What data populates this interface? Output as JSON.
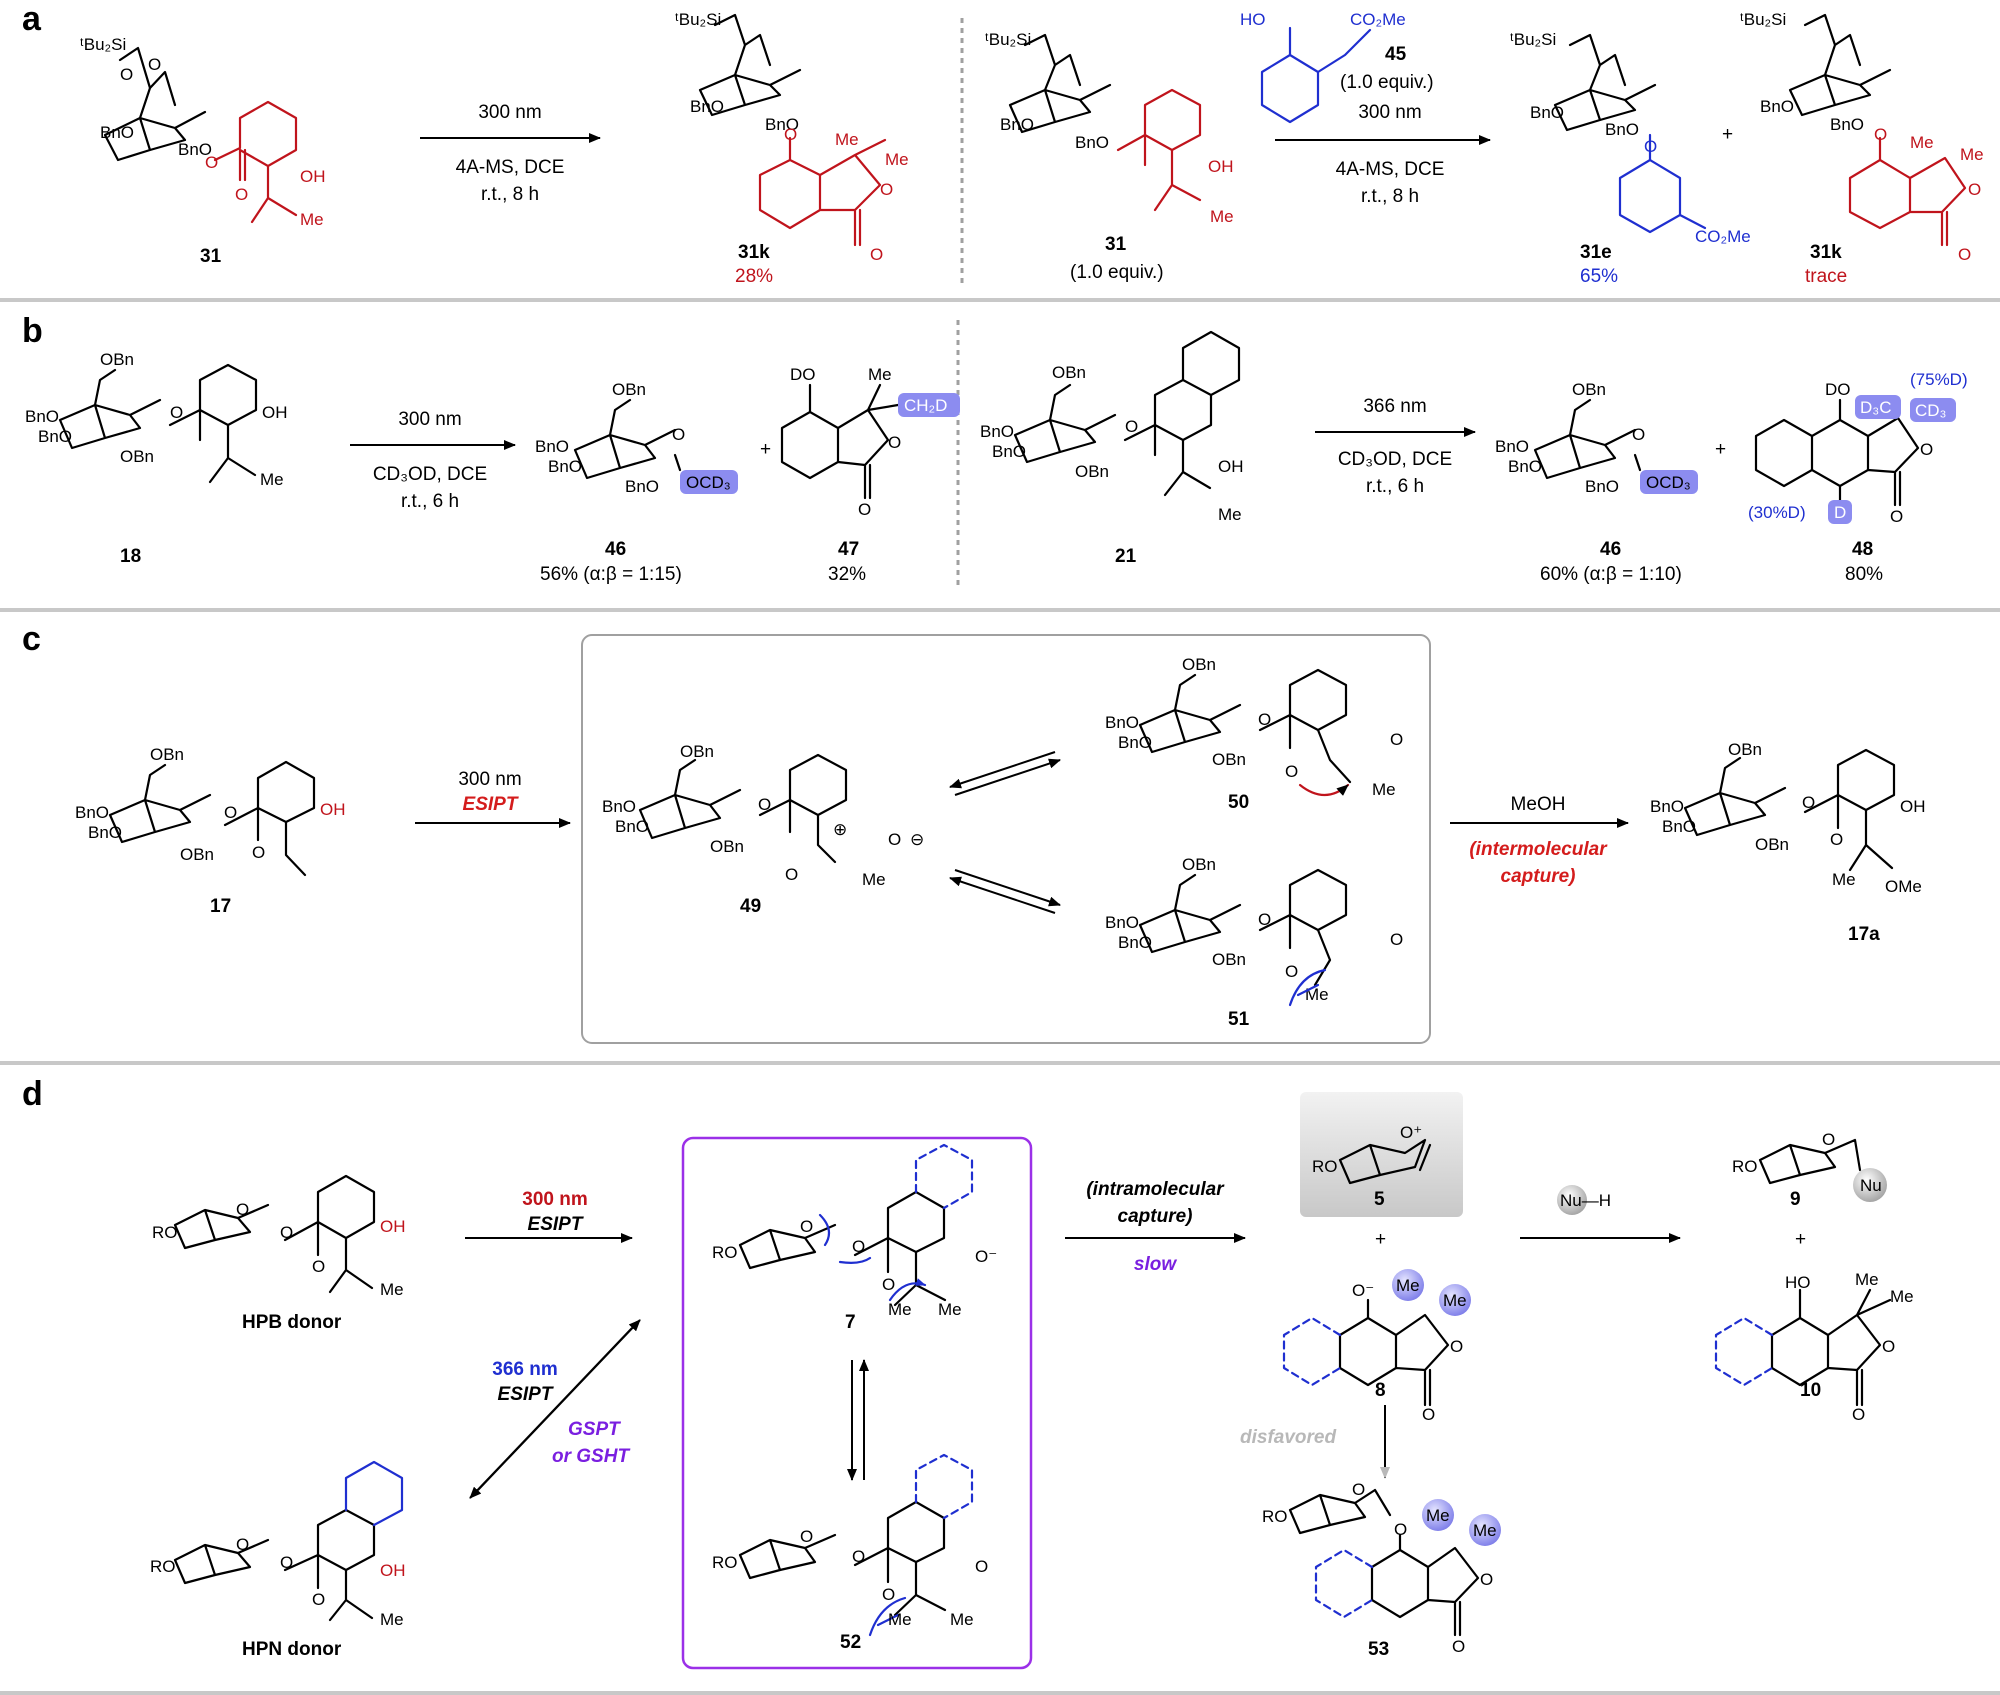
{
  "panels": {
    "a": "a",
    "b": "b",
    "c": "c",
    "d": "d"
  },
  "common": {
    "bno": "BnO",
    "obn": "OBn",
    "oh": "OH",
    "me": "Me",
    "o": "O",
    "tbu2si": "ᵗBu₂Si",
    "ro": "RO",
    "do": "DO",
    "d": "D",
    "ome": "OMe",
    "co2me": "CO₂Me",
    "plus": "+",
    "ho": "HO",
    "o_minus": "O⁻",
    "ominus": "⊖",
    "oplus": "⊕",
    "nu": "Nu",
    "nuh": "Nu—H",
    "oplus_sup": "O⁺"
  },
  "panel_a": {
    "cond1": {
      "line1": "300 nm",
      "line2": "4A-MS, DCE",
      "line3": "r.t., 8 h"
    },
    "cond2": {
      "line0": "(1.0 equiv.)",
      "line1": "300 nm",
      "line2": "4A-MS, DCE",
      "line3": "r.t., 8 h"
    },
    "c31": {
      "num": "31"
    },
    "c31k": {
      "num": "31k",
      "yield": "28%"
    },
    "c31b": {
      "num": "31",
      "sub": "(1.0 equiv.)"
    },
    "c45": {
      "num": "45"
    },
    "c31e": {
      "num": "31e",
      "yield": "65%"
    },
    "c31k2": {
      "num": "31k",
      "yield": "trace"
    }
  },
  "panel_b": {
    "cond1": {
      "line1": "300 nm",
      "line2": "CD₃OD, DCE",
      "line3": "r.t., 6 h"
    },
    "cond2": {
      "line1": "366 nm",
      "line2": "CD₃OD, DCE",
      "line3": "r.t., 6 h"
    },
    "c18": {
      "num": "18"
    },
    "c46": {
      "num": "46",
      "yield": "56% (α:β = 1:15)"
    },
    "c47": {
      "num": "47",
      "yield": "32%"
    },
    "c21": {
      "num": "21"
    },
    "c46b": {
      "num": "46",
      "yield": "60% (α:β = 1:10)"
    },
    "c48": {
      "num": "48",
      "yield": "80%"
    },
    "tags": {
      "ocd3": "OCD₃",
      "ch2d": "CH₂D",
      "d3c": "D₃C",
      "cd3": "CD₃",
      "d75": "(75%D)",
      "d30": "(30%D)"
    }
  },
  "panel_c": {
    "cond1": {
      "line1": "300 nm",
      "line2": "ESIPT"
    },
    "cond2": {
      "line1": "MeOH",
      "line2": "(intermolecular",
      "line3": "capture)"
    },
    "c17": {
      "num": "17"
    },
    "c49": {
      "num": "49"
    },
    "c50": {
      "num": "50"
    },
    "c51": {
      "num": "51"
    },
    "c17a": {
      "num": "17a"
    }
  },
  "panel_d": {
    "cond1": {
      "line1": "300 nm",
      "line2": "ESIPT"
    },
    "cond2": {
      "line1": "366 nm",
      "line2": "ESIPT"
    },
    "cond3": {
      "line1": "GSPT",
      "line2": "or GSHT"
    },
    "cond4": {
      "line1": "(intramolecular",
      "line2": "capture)",
      "line3": "slow"
    },
    "disfavored": "disfavored",
    "hpb": {
      "name": "HPB donor"
    },
    "hpn": {
      "name": "HPN donor"
    },
    "c7": {
      "num": "7"
    },
    "c52": {
      "num": "52"
    },
    "c5": {
      "num": "5"
    },
    "c8": {
      "num": "8"
    },
    "c53": {
      "num": "53"
    },
    "c9": {
      "num": "9"
    },
    "c10": {
      "num": "10"
    }
  },
  "colors": {
    "red": "#c0141c",
    "blue": "#1f2fd0",
    "purple": "#7a1fe0",
    "highlight": "#8c8cf0",
    "separator": "#c8c8c8",
    "box": "#9b30e8"
  }
}
